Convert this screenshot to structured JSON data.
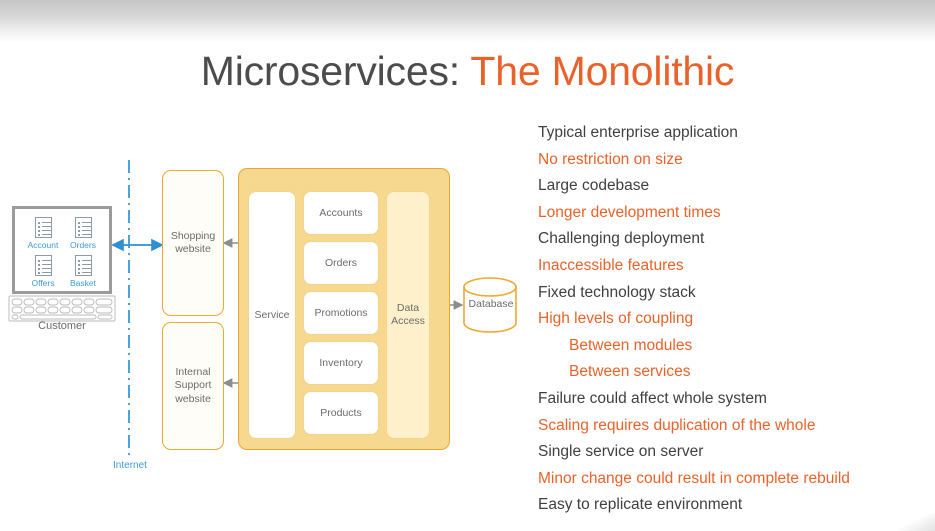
{
  "slide": {
    "title_primary": "Microservices:",
    "title_accent": "The Monolithic",
    "accent_color": "#e8622a",
    "title_color": "#4c4c4c"
  },
  "bullets": [
    {
      "text": "Typical enterprise application",
      "accent": false,
      "indent": false
    },
    {
      "text": "No restriction on size",
      "accent": true,
      "indent": false
    },
    {
      "text": "Large codebase",
      "accent": false,
      "indent": false
    },
    {
      "text": "Longer development times",
      "accent": true,
      "indent": false
    },
    {
      "text": "Challenging deployment",
      "accent": false,
      "indent": false
    },
    {
      "text": "Inaccessible features",
      "accent": true,
      "indent": false
    },
    {
      "text": "Fixed technology stack",
      "accent": false,
      "indent": false
    },
    {
      "text": "High levels of coupling",
      "accent": true,
      "indent": false
    },
    {
      "text": "Between modules",
      "accent": true,
      "indent": true
    },
    {
      "text": "Between services",
      "accent": true,
      "indent": true
    },
    {
      "text": "Failure could affect whole system",
      "accent": false,
      "indent": false
    },
    {
      "text": "Scaling requires duplication of the whole",
      "accent": true,
      "indent": false
    },
    {
      "text": "Single service on server",
      "accent": false,
      "indent": false
    },
    {
      "text": "Minor change could result in complete rebuild",
      "accent": true,
      "indent": false
    },
    {
      "text": "Easy to replicate environment",
      "accent": false,
      "indent": false
    }
  ],
  "diagram": {
    "customer": {
      "label": "Customer",
      "apps": [
        {
          "label": "Account"
        },
        {
          "label": "Orders"
        },
        {
          "label": "Offers"
        },
        {
          "label": "Basket"
        }
      ]
    },
    "internet_label": "Internet",
    "frontends": [
      {
        "label": "Shopping\nwebsite"
      },
      {
        "label": "Internal\nSupport\nwebsite"
      }
    ],
    "service_label": "Service",
    "data_access_label": "Data\nAccess",
    "modules": [
      {
        "label": "Accounts"
      },
      {
        "label": "Orders"
      },
      {
        "label": "Promotions"
      },
      {
        "label": "Inventory"
      },
      {
        "label": "Products"
      }
    ],
    "database_label": "Database",
    "colors": {
      "monolith_fill": "#f7d88f",
      "monolith_border": "#eca62c",
      "box_border": "#f0a830",
      "data_access_fill": "#fdf0cb",
      "internet_blue": "#3e9bd4",
      "arrow_gray": "#8d8d8d"
    }
  }
}
